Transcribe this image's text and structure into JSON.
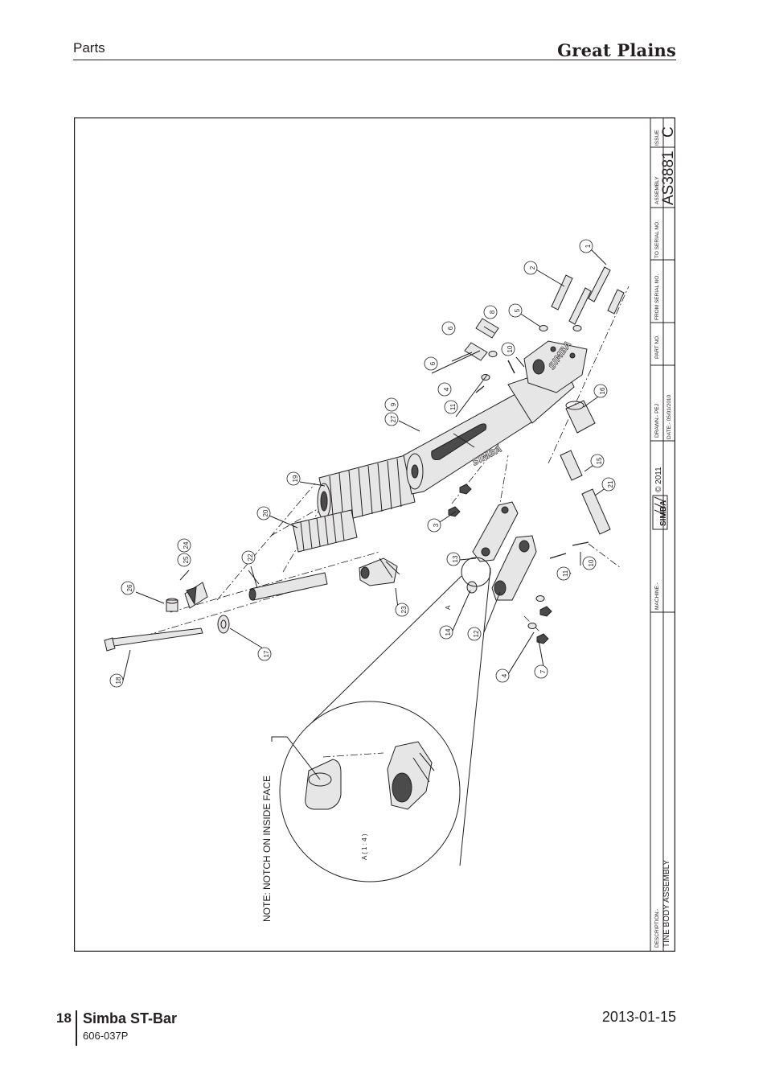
{
  "header": {
    "section": "Parts",
    "brand": "Great Plains"
  },
  "footer": {
    "page": "18",
    "title": "Simba ST-Bar",
    "code": "606-037P",
    "date": "2013-01-15"
  },
  "title_block": {
    "issue_label": "ISSUE",
    "issue": "C",
    "assembly_label": "ASSEMBLY",
    "assembly": "AS3881",
    "to_serial_label": "TO SERIAL NO.",
    "from_serial_label": "FROM SERIAL NO.",
    "part_no_label": "PART NO.",
    "drawn": "DRAWN:- PEJ",
    "date": "DATE:- 05/01/2010",
    "logo": "SIMBA",
    "copyright": "© 2011",
    "machine_label": "MACHINE:-",
    "description_label": "DESCRIPTION:-",
    "description": "TINE BODY ASSEMBLY"
  },
  "drawing": {
    "note": "NOTE: NOTCH ON INSIDE FACE",
    "detail_label": "A ( 1 : 4 )",
    "detail_ref": "A",
    "brand_marks": [
      "SIMBA",
      "SIMBA"
    ],
    "callouts": [
      "1",
      "2",
      "5",
      "8",
      "6",
      "10",
      "6",
      "4",
      "11",
      "9",
      "27",
      "16",
      "15",
      "21",
      "19",
      "20",
      "3",
      "13",
      "24",
      "25",
      "22",
      "26",
      "23",
      "11",
      "10",
      "A",
      "14",
      "12",
      "4",
      "7",
      "17",
      "18"
    ]
  }
}
